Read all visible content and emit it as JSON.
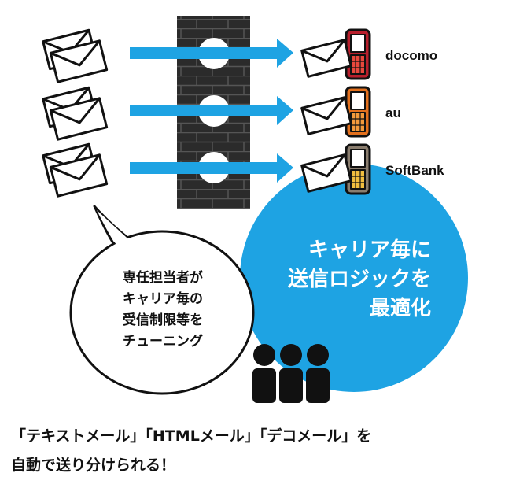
{
  "carriers": [
    {
      "name": "docomo",
      "phone_body": "#b81f2c",
      "phone_keys": "#e8483c"
    },
    {
      "name": "au",
      "phone_body": "#e2701d",
      "phone_keys": "#f39a3c"
    },
    {
      "name": "SoftBank",
      "phone_body": "#8a7d6e",
      "phone_keys": "#f1bd3f"
    }
  ],
  "circle_text": {
    "line1": "キャリア毎に",
    "line2": "送信ロジックを",
    "line3": "最適化"
  },
  "bubble_text": {
    "line1": "専任担当者が",
    "line2": "キャリア毎の",
    "line3": "受信制限等を",
    "line4": "チューニング"
  },
  "caption": {
    "line1": "「テキストメール」「HTMLメール」「デコメール」を",
    "line2": "自動で送り分けられる！"
  },
  "colors": {
    "arrow": "#1ea3e3",
    "circle": "#1ea3e3",
    "wall": "#2b2b2b",
    "brick_line": "#555555",
    "people": "#111111"
  },
  "icons": [
    "envelope-icon",
    "brick-wall-icon",
    "mobile-phone-icon",
    "people-icon",
    "speech-bubble-icon"
  ]
}
